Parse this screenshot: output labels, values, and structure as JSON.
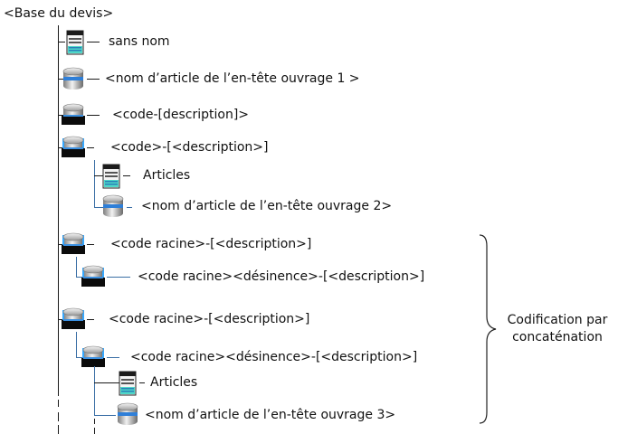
{
  "root": {
    "label": "<Base du devis>"
  },
  "nodes": [
    {
      "label": "sans nom",
      "icon": "document-icon"
    },
    {
      "label": "<nom d’article de l’en-tête ouvrage 1 >",
      "icon": "database-blue-icon"
    },
    {
      "label": "<code-[description]>",
      "icon": "database-black-icon"
    },
    {
      "label": "<code>-[<description>]",
      "icon": "database-black-blue-icon"
    },
    {
      "label": "Articles",
      "icon": "document-icon"
    },
    {
      "label": "<nom d’article de l’en-tête ouvrage 2>",
      "icon": "database-blue-icon"
    },
    {
      "label": "<code racine>-[<description>]",
      "icon": "database-black-blue-icon"
    },
    {
      "label": "<code racine><désinence>-[<description>]",
      "icon": "database-black-blue-icon"
    },
    {
      "label": "<code racine>-[<description>]",
      "icon": "database-black-blue-icon"
    },
    {
      "label": "<code racine><désinence>-[<description>]",
      "icon": "database-black-blue-icon"
    },
    {
      "label": "Articles",
      "icon": "document-icon"
    },
    {
      "label": "<nom d’article de l’en-tête ouvrage 3>",
      "icon": "database-blue-icon"
    }
  ],
  "annotation": {
    "line1": "Codification par",
    "line2": "concaténation"
  }
}
